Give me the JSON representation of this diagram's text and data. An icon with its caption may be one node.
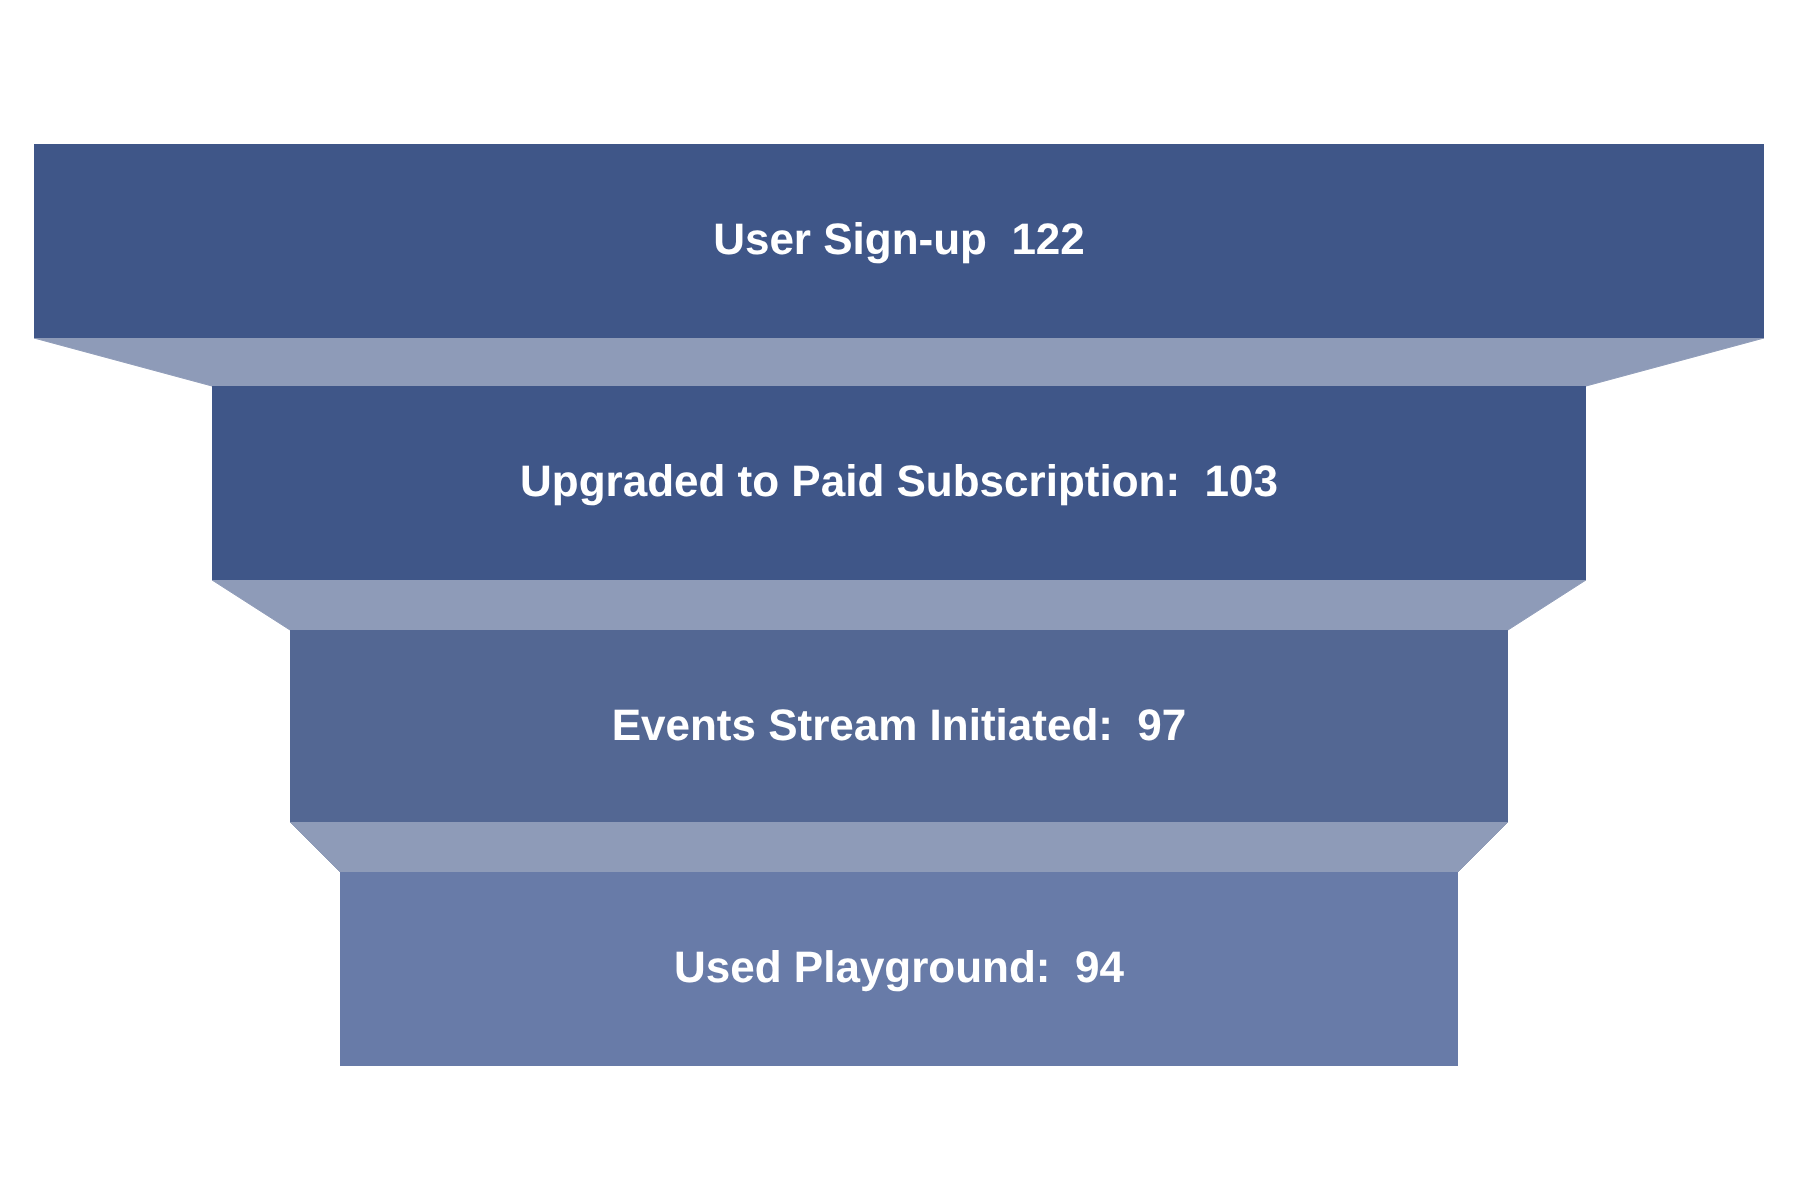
{
  "diagram": {
    "nodes": [
      {
        "text": [
          "User Sign-up  122"
        ]
      },
      {
        "text": [
          "Upgraded to Paid Subscription:  103"
        ]
      },
      {
        "text": [
          "Events Stream Initiated:  97"
        ]
      },
      {
        "text": [
          "Used Playground:  94"
        ]
      }
    ],
    "edges": [
      {
        "from": 0,
        "to": 1,
        "arrow": "none"
      },
      {
        "from": 1,
        "to": 2,
        "arrow": "none"
      },
      {
        "from": 2,
        "to": 3,
        "arrow": "none"
      }
    ]
  }
}
